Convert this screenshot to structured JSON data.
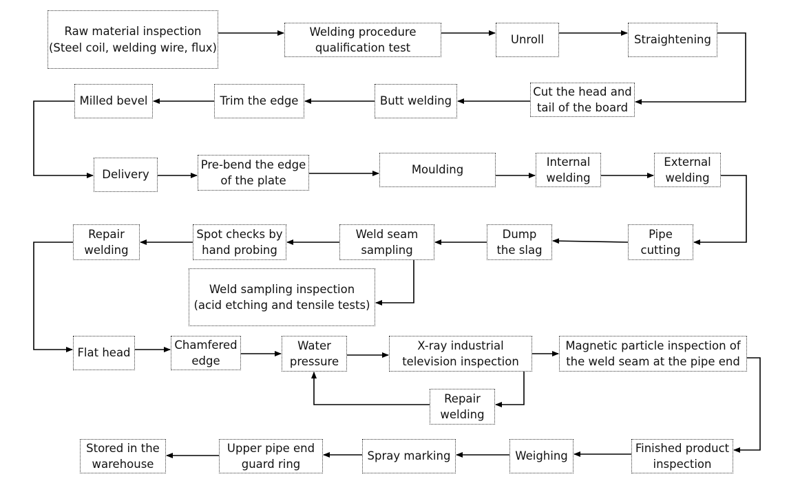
{
  "nodes": [
    {
      "id": "raw",
      "lines": [
        "Raw material inspection",
        "(Steel coil, welding wire, flux)"
      ]
    },
    {
      "id": "wpqt",
      "lines": [
        "Welding procedure",
        "qualification test"
      ]
    },
    {
      "id": "unroll",
      "lines": [
        "Unroll"
      ]
    },
    {
      "id": "straighten",
      "lines": [
        "Straightening"
      ]
    },
    {
      "id": "cuthead",
      "lines": [
        "Cut the head and",
        "tail of the board"
      ]
    },
    {
      "id": "butt",
      "lines": [
        "Butt welding"
      ]
    },
    {
      "id": "trim",
      "lines": [
        "Trim the edge"
      ]
    },
    {
      "id": "milled",
      "lines": [
        "Milled bevel"
      ]
    },
    {
      "id": "delivery",
      "lines": [
        "Delivery"
      ]
    },
    {
      "id": "prebend",
      "lines": [
        "Pre-bend the edge",
        "of the plate"
      ]
    },
    {
      "id": "moulding",
      "lines": [
        "Moulding"
      ]
    },
    {
      "id": "internal",
      "lines": [
        "Internal",
        "welding"
      ]
    },
    {
      "id": "external",
      "lines": [
        "External",
        "welding"
      ]
    },
    {
      "id": "pipecut",
      "lines": [
        "Pipe",
        "cutting"
      ]
    },
    {
      "id": "dump",
      "lines": [
        "Dump",
        "the slag"
      ]
    },
    {
      "id": "seamsamp",
      "lines": [
        "Weld seam",
        "sampling"
      ]
    },
    {
      "id": "spot",
      "lines": [
        "Spot checks by",
        "hand probing"
      ]
    },
    {
      "id": "repair1",
      "lines": [
        "Repair",
        "welding"
      ]
    },
    {
      "id": "weldinsp",
      "lines": [
        "Weld sampling inspection",
        "(acid etching and tensile tests)"
      ]
    },
    {
      "id": "flathead",
      "lines": [
        "Flat head"
      ]
    },
    {
      "id": "chamfer",
      "lines": [
        "Chamfered",
        "edge"
      ]
    },
    {
      "id": "water",
      "lines": [
        "Water",
        "pressure"
      ]
    },
    {
      "id": "xray",
      "lines": [
        "X-ray industrial",
        "television inspection"
      ]
    },
    {
      "id": "magnetic",
      "lines": [
        "Magnetic particle inspection of",
        "the weld seam at the pipe end"
      ]
    },
    {
      "id": "repair2",
      "lines": [
        "Repair",
        "welding"
      ]
    },
    {
      "id": "finished",
      "lines": [
        "Finished product",
        "inspection"
      ]
    },
    {
      "id": "weighing",
      "lines": [
        "Weighing"
      ]
    },
    {
      "id": "spray",
      "lines": [
        "Spray marking"
      ]
    },
    {
      "id": "upper",
      "lines": [
        "Upper pipe end",
        "guard ring"
      ]
    },
    {
      "id": "stored",
      "lines": [
        "Stored in the",
        "warehouse"
      ]
    }
  ],
  "edges": [
    [
      "raw",
      "wpqt"
    ],
    [
      "wpqt",
      "unroll"
    ],
    [
      "unroll",
      "straighten"
    ],
    [
      "straighten",
      "cuthead"
    ],
    [
      "cuthead",
      "butt"
    ],
    [
      "butt",
      "trim"
    ],
    [
      "trim",
      "milled"
    ],
    [
      "milled",
      "delivery"
    ],
    [
      "delivery",
      "prebend"
    ],
    [
      "prebend",
      "moulding"
    ],
    [
      "moulding",
      "internal"
    ],
    [
      "internal",
      "external"
    ],
    [
      "external",
      "pipecut"
    ],
    [
      "pipecut",
      "dump"
    ],
    [
      "dump",
      "seamsamp"
    ],
    [
      "seamsamp",
      "spot"
    ],
    [
      "spot",
      "repair1"
    ],
    [
      "seamsamp",
      "weldinsp"
    ],
    [
      "repair1",
      "flathead"
    ],
    [
      "flathead",
      "chamfer"
    ],
    [
      "chamfer",
      "water"
    ],
    [
      "water",
      "xray"
    ],
    [
      "xray",
      "magnetic"
    ],
    [
      "xray",
      "repair2"
    ],
    [
      "repair2",
      "water"
    ],
    [
      "magnetic",
      "finished"
    ],
    [
      "finished",
      "weighing"
    ],
    [
      "weighing",
      "spray"
    ],
    [
      "spray",
      "upper"
    ],
    [
      "upper",
      "stored"
    ]
  ]
}
